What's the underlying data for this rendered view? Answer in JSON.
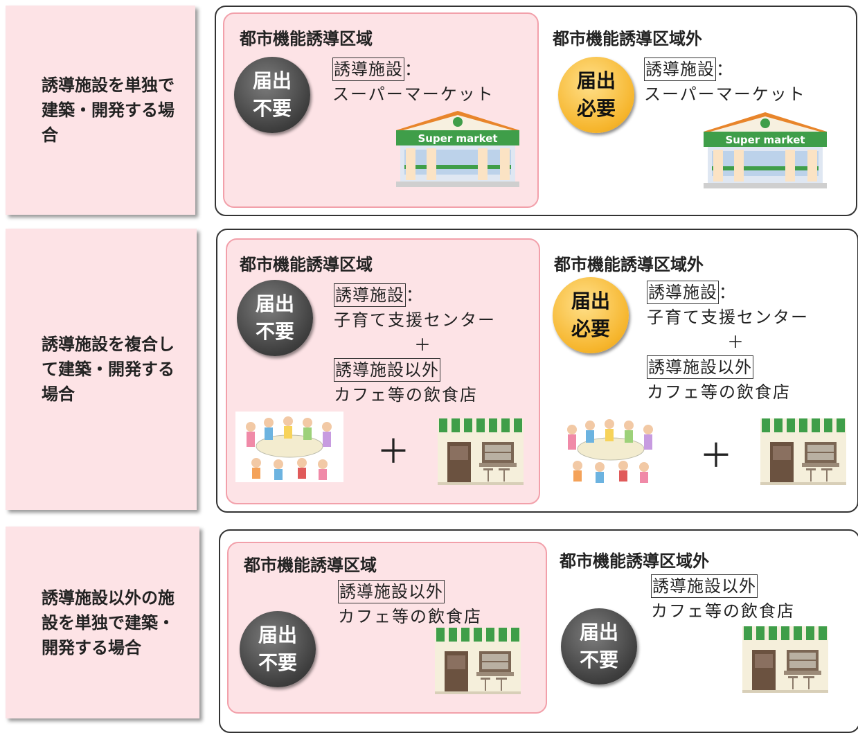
{
  "rows": [
    {
      "label": "誘導施設を単独で建築・開発する場合",
      "inside": {
        "zone": "都市機能誘導区域",
        "badge": "届出不要",
        "lines": [
          "誘導施設",
          "：",
          "スーパーマーケット"
        ],
        "image": "supermarket-illustration",
        "image_text": "Super market"
      },
      "outside": {
        "zone": "都市機能誘導区域外",
        "badge": "届出必要",
        "lines": [
          "誘導施設",
          "：",
          "スーパーマーケット"
        ],
        "image": "supermarket-illustration",
        "image_text": "Super market"
      }
    },
    {
      "label": "誘導施設を複合して建築・開発する場合",
      "inside": {
        "zone": "都市機能誘導区域",
        "badge": "届出不要",
        "lines": [
          "誘導施設",
          "：",
          "子育て支援センター",
          "＋",
          "誘導施設以外",
          "カフェ等の飲食店"
        ],
        "plus": "＋",
        "images": [
          "childcare-illustration",
          "cafe-illustration"
        ]
      },
      "outside": {
        "zone": "都市機能誘導区域外",
        "badge": "届出必要",
        "lines": [
          "誘導施設",
          "：",
          "子育て支援センター",
          "＋",
          "誘導施設以外",
          "カフェ等の飲食店"
        ],
        "plus": "＋",
        "images": [
          "childcare-illustration",
          "cafe-illustration"
        ]
      }
    },
    {
      "label": "誘導施設以外の施設を単独で建築・開発する場合",
      "inside": {
        "zone": "都市機能誘導区域",
        "badge": "届出不要",
        "lines": [
          "誘導施設以外",
          "カフェ等の飲食店"
        ],
        "image": "cafe-illustration"
      },
      "outside": {
        "zone": "都市機能誘導区域外",
        "badge": "届出不要",
        "lines": [
          "誘導施設以外",
          "カフェ等の飲食店"
        ],
        "image": "cafe-illustration"
      }
    }
  ],
  "colors": {
    "pink_fill": "#fde3e6",
    "pink_border": "#f2a0aa",
    "badge_dark": "#3e3e3e",
    "badge_orange": "#f6b52c",
    "store_green": "#3f9e49",
    "store_orange": "#e8852b"
  }
}
